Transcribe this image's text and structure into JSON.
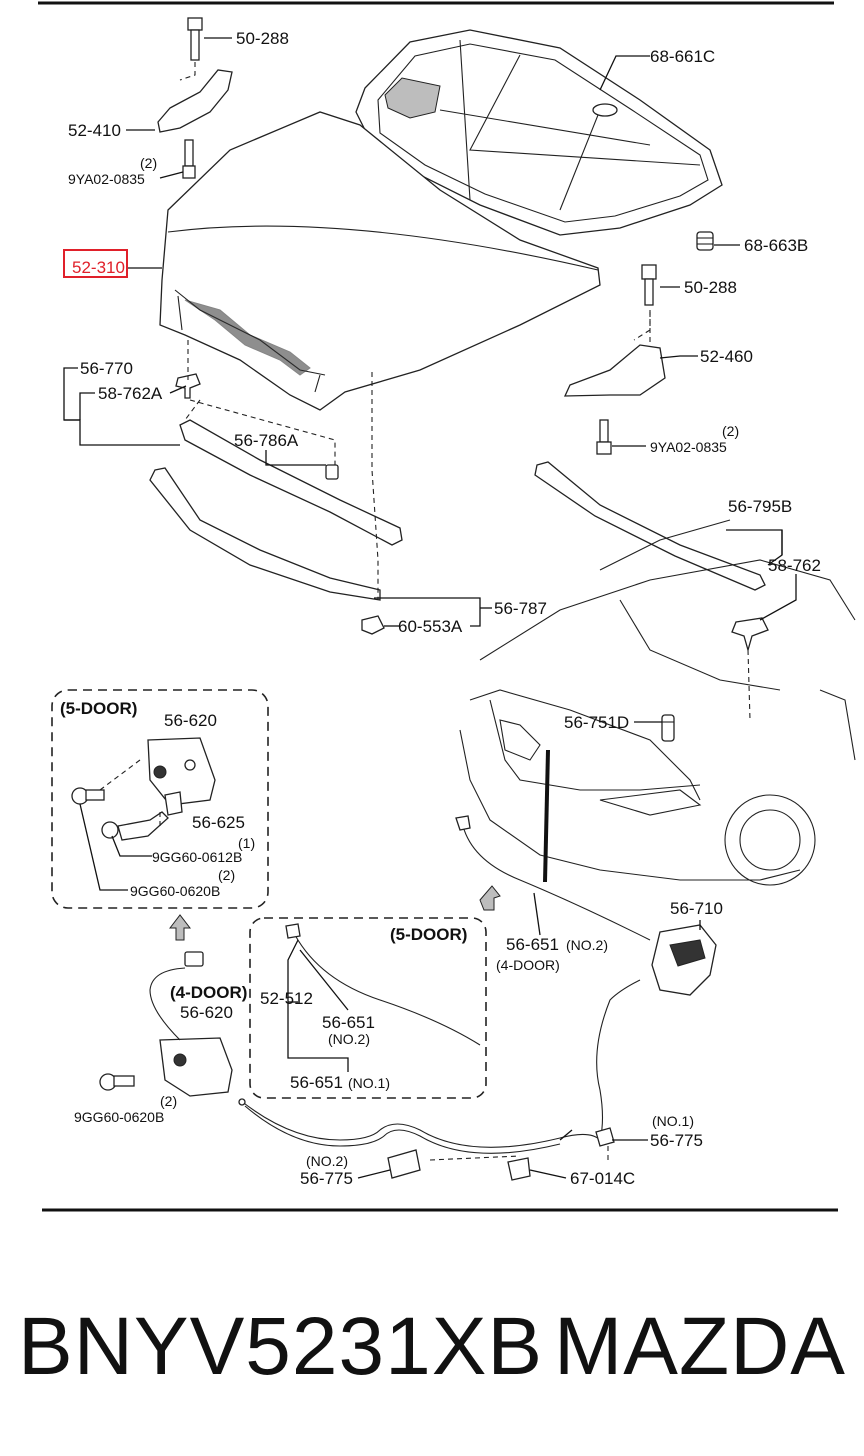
{
  "callouts": {
    "c50288a": "50-288",
    "c52410": "52-410",
    "c9ya_left_qty": "(2)",
    "c9ya_left": "9YA02-0835",
    "c52310": "52-310",
    "c68661c": "68-661C",
    "c68663b": "68-663B",
    "c50288b": "50-288",
    "c52460": "52-460",
    "c9ya_right_qty": "(2)",
    "c9ya_right": "9YA02-0835",
    "c56770": "56-770",
    "c58762a": "58-762A",
    "c56786a": "56-786A",
    "c56795b": "56-795B",
    "c58762": "58-762",
    "c56787": "56-787",
    "c60553a": "60-553A",
    "c56751d": "56-751D",
    "door5_a_title": "(5-DOOR)",
    "c56620a": "56-620",
    "c56625": "56-625",
    "c9gg612_qty": "(1)",
    "c9gg612": "9GG60-0612B",
    "c9gg620a_qty": "(2)",
    "c9gg620a": "9GG60-0620B",
    "c56651_no2": "56-651",
    "c56651_no2_tag": "(NO.2)",
    "c4door_a": "(4-DOOR)",
    "c56710": "56-710",
    "door5_b_title": "(5-DOOR)",
    "c52512": "52-512",
    "c56651_b": "56-651",
    "c56651_b_tag": "(NO.2)",
    "c56651_no1": "56-651",
    "c56651_no1_tag": "(NO.1)",
    "c4door_b": "(4-DOOR)",
    "c56620b": "56-620",
    "c9gg620b_qty": "(2)",
    "c9gg620b": "9GG60-0620B",
    "c56775a_tag": "(NO.1)",
    "c56775a": "56-775",
    "c56775b_tag": "(NO.2)",
    "c56775b": "56-775",
    "c67014c": "67-014C"
  },
  "highlight": {
    "color": "#e0202a"
  },
  "footer": {
    "part_number": "BNYV5231XB",
    "brand": "MAZDA"
  }
}
